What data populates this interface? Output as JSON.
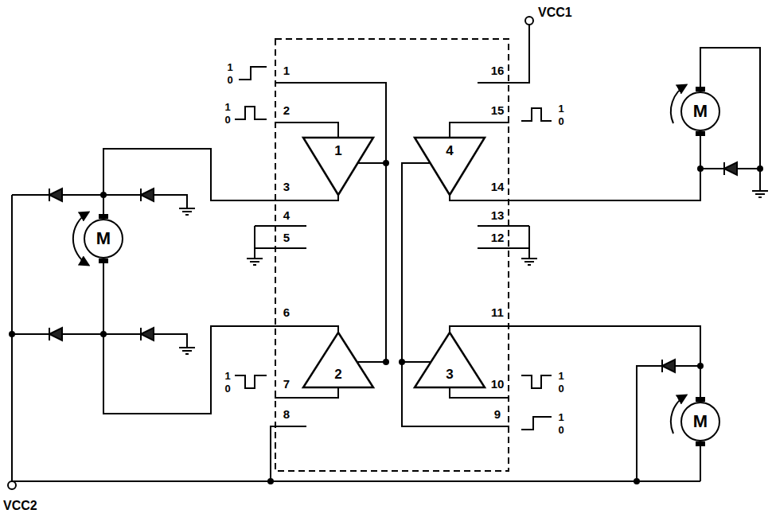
{
  "diagram": {
    "nodes": [
      {
        "text": [
          "1",
          "2",
          "3",
          "4",
          "5",
          "6",
          "7",
          "8",
          "9",
          "10",
          "11",
          "12",
          "13",
          "14",
          "15",
          "16"
        ]
      },
      {
        "text": [
          "M"
        ]
      },
      {
        "text": [
          "1"
        ],
        "in": 0
      },
      {
        "text": [
          "4"
        ],
        "in": 0
      },
      {
        "text": [
          "M"
        ]
      },
      {
        "text": [
          "2"
        ],
        "in": 0
      },
      {
        "text": [
          "3"
        ],
        "in": 0
      },
      {
        "text": [
          "M"
        ]
      }
    ],
    "edges": [
      {
        "from": 2,
        "to": 1,
        "arrow": "none"
      },
      {
        "from": 5,
        "to": 1,
        "arrow": "none"
      },
      {
        "from": 3,
        "to": 4,
        "arrow": "none"
      },
      {
        "from": 6,
        "to": 7,
        "arrow": "none"
      }
    ],
    "labels": [
      "VCC1",
      "1",
      "0",
      "1",
      "0",
      "1",
      "0",
      "1",
      "0",
      "1",
      "0",
      "1",
      "0",
      "VCC2"
    ]
  }
}
